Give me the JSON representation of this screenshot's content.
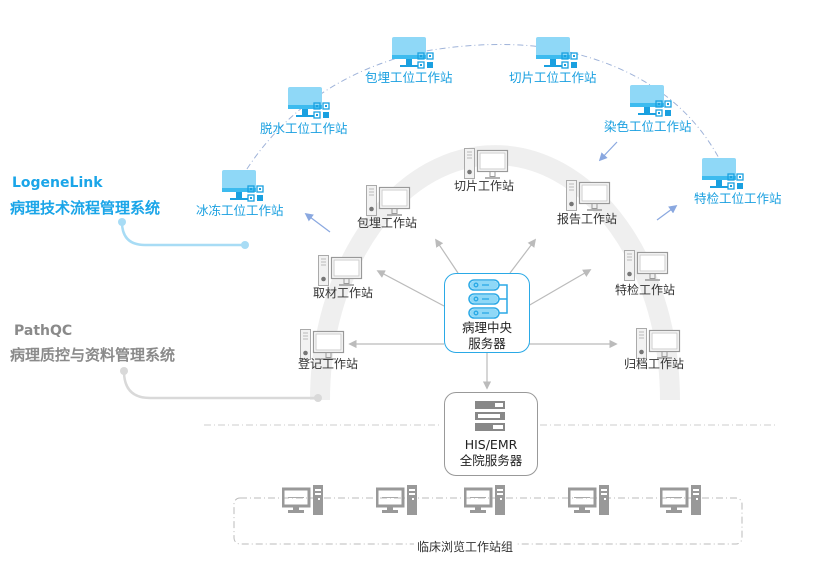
{
  "systems": {
    "logenelink": {
      "name": "LogeneLink",
      "subtitle": "病理技术流程管理系统",
      "color": "#1aa5e8"
    },
    "pathqc": {
      "name": "PathQC",
      "subtitle": "病理质控与资料管理系统",
      "color": "#8a8a8a"
    }
  },
  "logenelink_stations": [
    {
      "label": "冰冻工位工作站",
      "icon": "monitor-qr-icon"
    },
    {
      "label": "脱水工位工作站",
      "icon": "monitor-qr-icon"
    },
    {
      "label": "包埋工位工作站",
      "icon": "monitor-qr-icon"
    },
    {
      "label": "切片工位工作站",
      "icon": "monitor-qr-icon"
    },
    {
      "label": "染色工位工作站",
      "icon": "monitor-qr-icon"
    },
    {
      "label": "特检工位工作站",
      "icon": "monitor-qr-icon"
    }
  ],
  "pathqc_stations": [
    {
      "label": "登记工作站",
      "icon": "desktop-pc-icon"
    },
    {
      "label": "取材工作站",
      "icon": "desktop-pc-icon"
    },
    {
      "label": "包埋工作站",
      "icon": "desktop-pc-icon"
    },
    {
      "label": "切片工作站",
      "icon": "desktop-pc-icon"
    },
    {
      "label": "报告工作站",
      "icon": "desktop-pc-icon"
    },
    {
      "label": "特检工作站",
      "icon": "desktop-pc-icon"
    },
    {
      "label": "归档工作站",
      "icon": "desktop-pc-icon"
    }
  ],
  "central_server": {
    "line1": "病理中央",
    "line2": "服务器",
    "icon": "server-stack-icon",
    "color": "#2aa9e6"
  },
  "his_server": {
    "line1": "HIS/EMR",
    "line2": "全院服务器",
    "icon": "server-rack-icon"
  },
  "clinical_group": {
    "label": "临床浏览工作站组",
    "count": 5,
    "icon": "desktop-pc-icon"
  },
  "colors": {
    "accent_blue": "#1aa5e8",
    "monitor_fill": "#8fd8f7",
    "monitor_stand": "#1aa0e0",
    "arrow_grey": "#bbbbbb",
    "arrow_blue": "#8aa8e0",
    "arc_grey": "#eeeeee"
  }
}
